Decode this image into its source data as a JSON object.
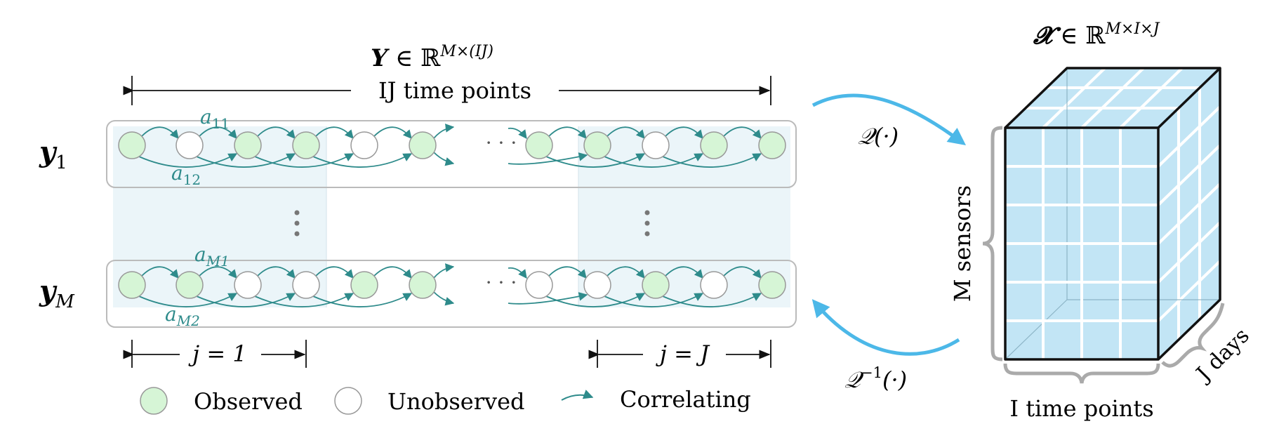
{
  "left_matrix": {
    "label_var": "Y",
    "label_in": " ∈ ℝ",
    "label_sup": "M×(IJ)",
    "span_label": "IJ time points",
    "row_top_label": "y",
    "row_top_sub": "1",
    "row_bottom_label": "y",
    "row_bottom_sub": "M",
    "ellipsis_h": "· · ·",
    "coef_top_1": "a",
    "coef_top_1_sub": "11",
    "coef_top_2": "a",
    "coef_top_2_sub": "12",
    "coef_bot_1": "a",
    "coef_bot_1_sub": "M1",
    "coef_bot_2": "a",
    "coef_bot_2_sub": "M2",
    "window_first": "j = 1",
    "window_last": "j = J",
    "row_top_states": [
      1,
      0,
      1,
      1,
      0,
      1,
      1,
      1,
      0,
      1,
      1
    ],
    "row_bottom_states": [
      1,
      1,
      0,
      0,
      1,
      1,
      0,
      0,
      1,
      0,
      1
    ]
  },
  "legend": {
    "observed": "Observed",
    "unobserved": "Unobserved",
    "correlating": "Correlating"
  },
  "tensor": {
    "label_var": "𝓧",
    "label_in": " ∈ ℝ",
    "label_sup": "M×I×J",
    "sensors_label": "M sensors",
    "time_label": "I time points",
    "days_label": "J days"
  },
  "maps": {
    "forward": "𝒬(·)",
    "inverse_pre": "𝒬",
    "inverse_sup": "−1",
    "inverse_post": "(·)"
  },
  "colors": {
    "observed_fill": "#d6f5d6",
    "teal": "#2e8b8b",
    "cube_blue": "#c2e5f5",
    "arrow_blue": "#4cb8e8",
    "brace_gray": "#aaaaaa"
  }
}
